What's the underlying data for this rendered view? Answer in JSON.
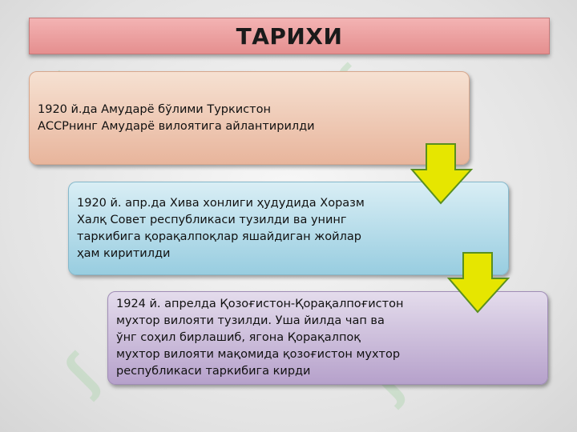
{
  "title": "ТАРИХИ",
  "steps": [
    {
      "text": "1920 й.да Амударё бўлими Туркистон\nАССРнинг Амударё вилоятига айлантирилди"
    },
    {
      "text": "1920 й. апр.да Хива хонлиги ҳудудида Хоразм\nХалқ Совет республикаси тузилди ва унинг\nтаркибига қорақалпоқлар яшайдиган жойлар\nҳам киритилди"
    },
    {
      "text": "1924 й. апрелда Қозоғистон-Қорақалпоғистон\nмухтор вилояти тузилди. Уша йилда чап ва\nўнг соҳил бирлашиб, ягона Қорақалпоқ\nмухтор вилояти мақомида қозоғистон мухтор\nреспубликаси таркибига кирди"
    }
  ],
  "colors": {
    "arrow_fill": "#e6e600",
    "arrow_stroke": "#5a8f1f"
  }
}
